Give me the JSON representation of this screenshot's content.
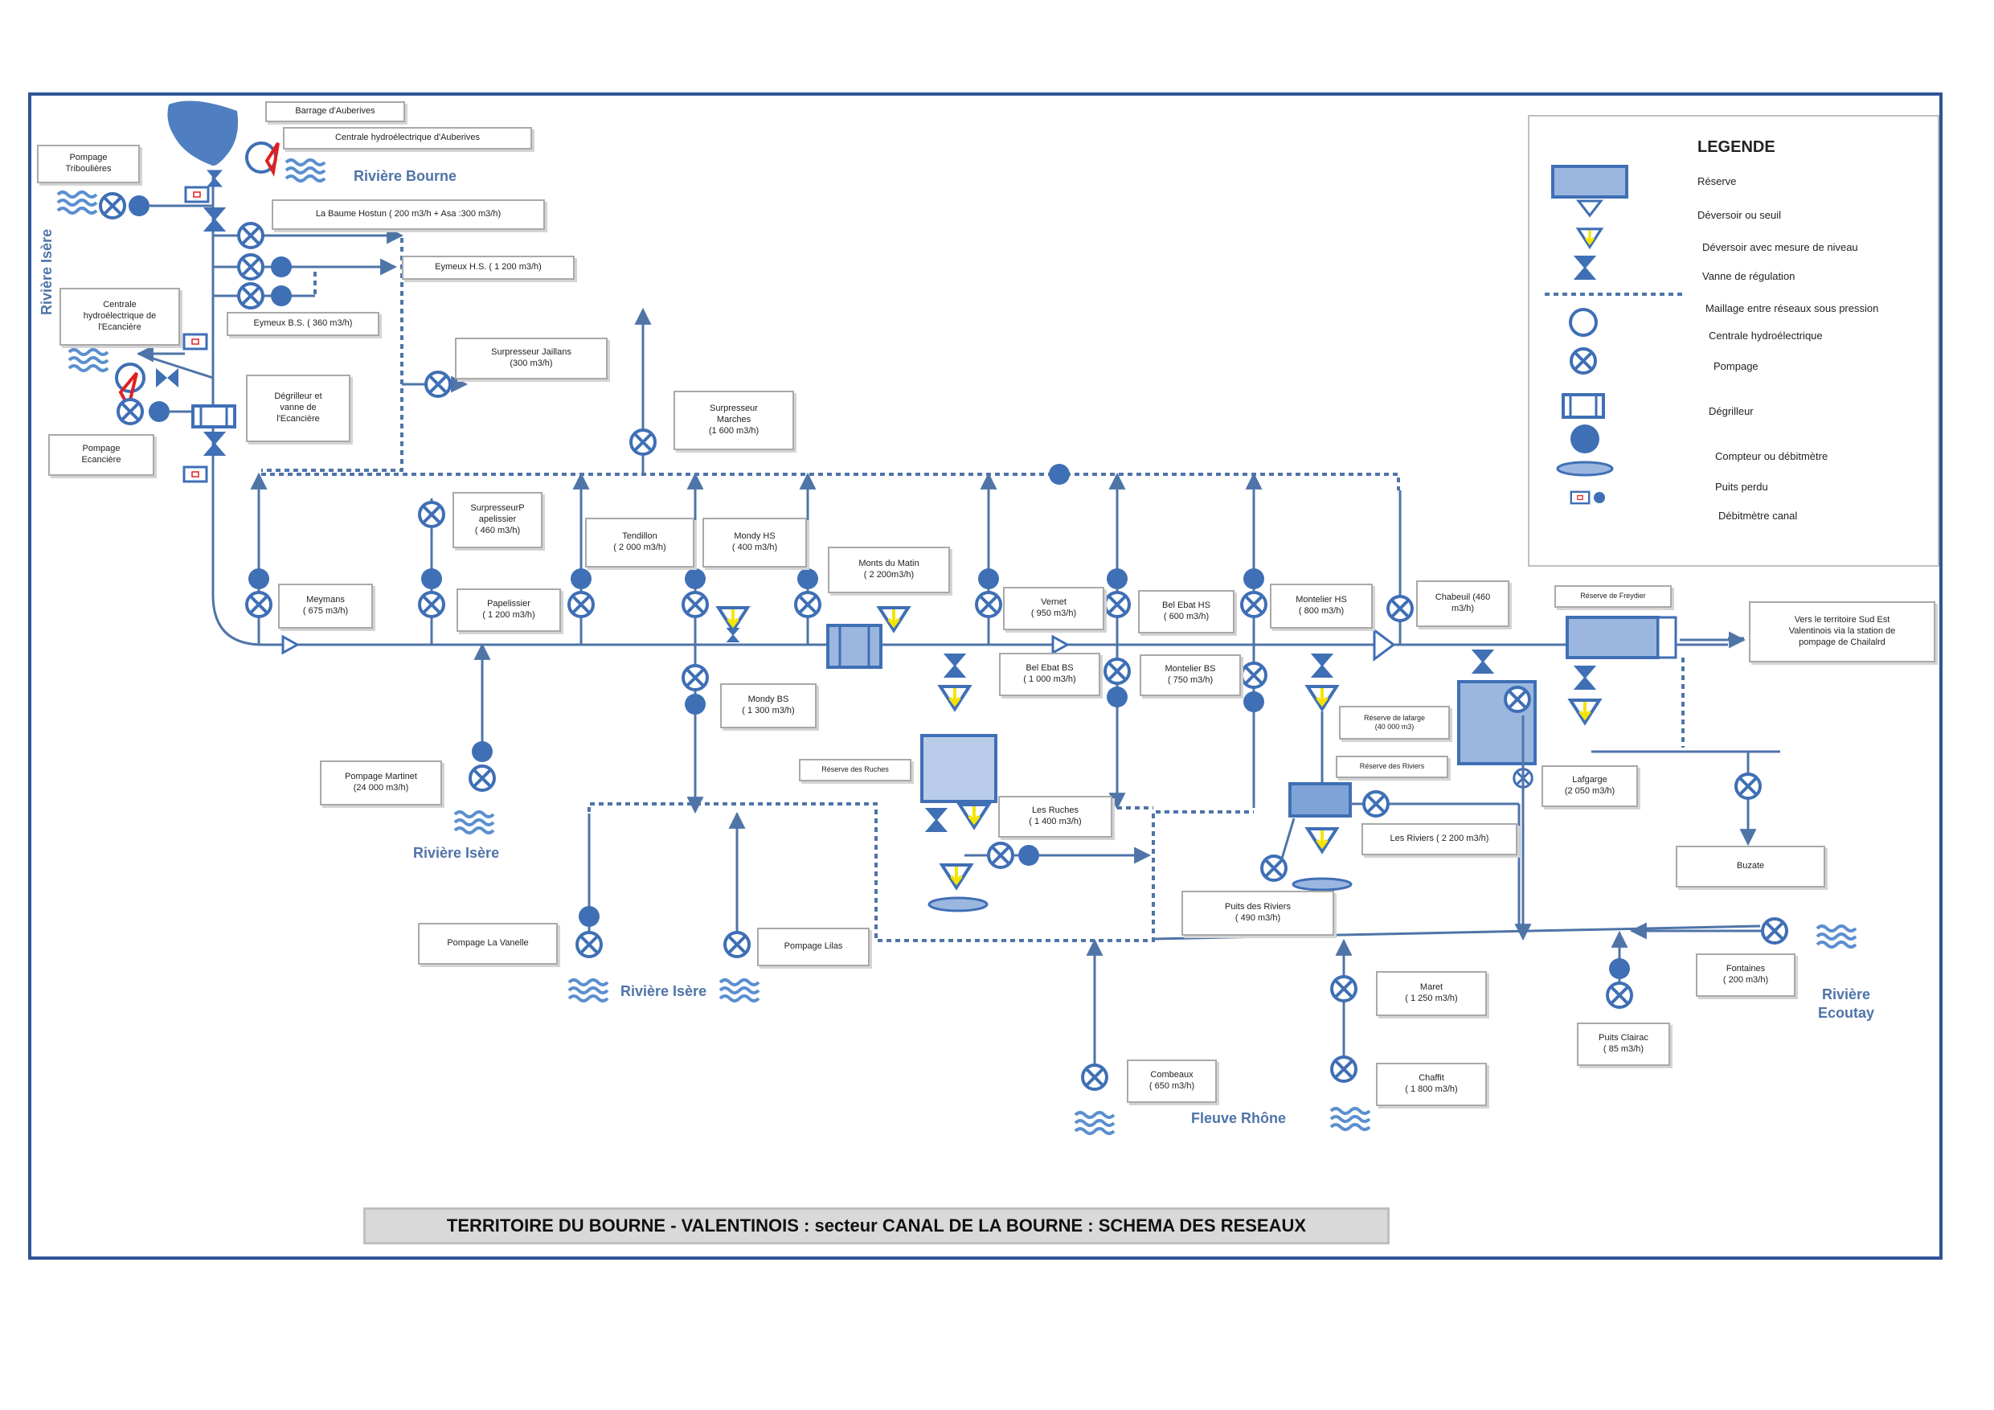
{
  "title": "TERRITOIRE DU BOURNE - VALENTINOIS : secteur CANAL DE LA BOURNE : SCHEMA DES RESEAUX",
  "legend": {
    "title": "LEGENDE",
    "items": [
      "Réserve",
      "Déversoir  ou seuil",
      "Déversoir avec mesure de niveau",
      "Vanne de régulation",
      "Maillage entre réseaux sous pression",
      "Centrale hydroélectrique",
      "Pompage",
      "Dégrilleur",
      "Compteur ou débitmètre",
      "Puits perdu",
      "Débitmètre canal"
    ]
  },
  "rivers": {
    "bourne": "Rivière Bourne",
    "isere_vertical": "Rivière Isère",
    "isere_1": "Rivière Isère",
    "isere_2": "Rivière Isère",
    "rhone": "Fleuve Rhône",
    "ecoutay": "Rivière\nEcoutay"
  },
  "labels": {
    "barrage": "Barrage d'Auberives",
    "centrale_auberives": "Centrale hydroélectrique d'Auberives",
    "pompage_triboulieres": "Pompage\nTriboulières",
    "baume_hostun": "La Baume Hostun  ( 200 m3/h + Asa :300 m3/h)",
    "eymeux_hs": "Eymeux H.S. ( 1 200 m3/h)",
    "eymeux_bs": "Eymeux B.S. ( 360 m3/h)",
    "centrale_ecanciere": "Centrale\nhydroélectrique de\nl'Ecancière",
    "degrilleur_ecanciere": "Dégrilleur  et\nvanne de\nl'Ecancière",
    "pompage_ecanciere": "Pompage\nEcancière",
    "surpresseur_jaillans": "Surpresseur Jaillans\n(300 m3/h)",
    "surpresseur_marches": "Surpresseur\nMarches\n(1 600 m3/h)",
    "surpresseur_papelissier": "SurpresseurP\napelissier\n( 460 m3/h)",
    "tendillon": "Tendillon\n( 2 000 m3/h)",
    "mondy_hs": "Mondy HS\n( 400 m3/h)",
    "monts_du_matin": "Monts du Matin\n( 2 200m3/h)",
    "meymans": "Meymans\n( 675 m3/h)",
    "papelissier": "Papelissier\n( 1 200 m3/h)",
    "vernet": "Vernet\n( 950 m3/h)",
    "bel_ebat_hs": "Bel Ebat HS\n( 600 m3/h)",
    "montelier_hs": "Montelier HS\n( 800 m3/h)",
    "chabeuil": "Chabeuil (460\nm3/h)",
    "reserve_freydier": "Réserve de Freydier",
    "vers_sud_est": "Vers le territoire Sud Est\nValentinois via la station de\npompage de Chailalrd",
    "bel_ebat_bs": "Bel Ebat BS\n( 1 000 m3/h)",
    "montelier_bs": "Montelier BS\n( 750 m3/h)",
    "mondy_bs": "Mondy BS\n( 1 300 m3/h)",
    "reserve_lafarge": "Réserve de lafarge\n(40 000 m3)",
    "reserve_riviers": "Réserve des Riviers",
    "reserve_ruches": "Réserve des Ruches",
    "pompage_martinet": "Pompage Martinet\n(24 000 m3/h)",
    "les_ruches": "Les Ruches\n( 1 400 m3/h)",
    "lafgarge": "Lafgarge\n(2 050 m3/h)",
    "les_riviers": "Les Riviers ( 2 200 m3/h)",
    "buzate": "Buzate",
    "puits_riviers": "Puits des Riviers\n( 490 m3/h)",
    "pompage_vanelle": "Pompage La Vanelle",
    "pompage_lilas": "Pompage Lilas",
    "fontaines": "Fontaines\n( 200 m3/h)",
    "maret": "Maret\n( 1 250 m3/h)",
    "puits_clairac": "Puits Clairac\n( 85 m3/h)",
    "combeaux": "Combeaux\n(  650 m3/h)",
    "chaffit": "Chaffit\n( 1 800 m3/h)"
  },
  "colors": {
    "pipe": "#4f74a8",
    "symbol": "#3f6fb5",
    "reserve_fill": "#9bb7e0",
    "river": "#4f74a8",
    "frame": "#2f5597",
    "arrow_yellow": "#f5e400",
    "alarm": "#e02020"
  }
}
